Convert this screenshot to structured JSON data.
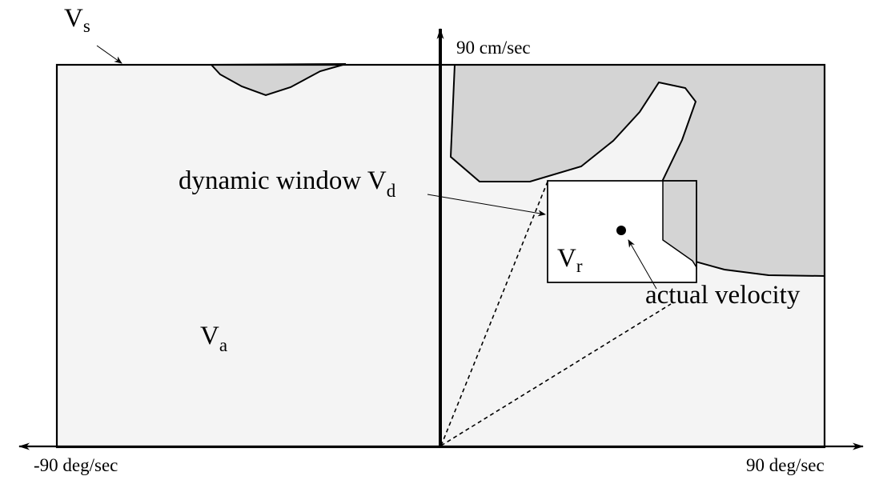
{
  "colors": {
    "background": "#ffffff",
    "admissible_region": "#f4f4f4",
    "obstacle_region": "#d4d4d4",
    "dynamic_window": "#ffffff",
    "ink": "#000000"
  },
  "labels": {
    "vs": {
      "main": "V",
      "sub": "s"
    },
    "vd": {
      "main": "dynamic window V",
      "sub": "d"
    },
    "vr": {
      "main": "V",
      "sub": "r"
    },
    "va": {
      "main": "V",
      "sub": "a"
    },
    "actual_velocity": "actual velocity"
  },
  "axes": {
    "y_max_label": "90 cm/sec",
    "x_min_label": "-90 deg/sec",
    "x_max_label": "90 deg/sec"
  },
  "icons": {
    "actual_velocity_marker": "filled-dot-icon",
    "axis_arrowheads": "arrowhead-icon"
  }
}
